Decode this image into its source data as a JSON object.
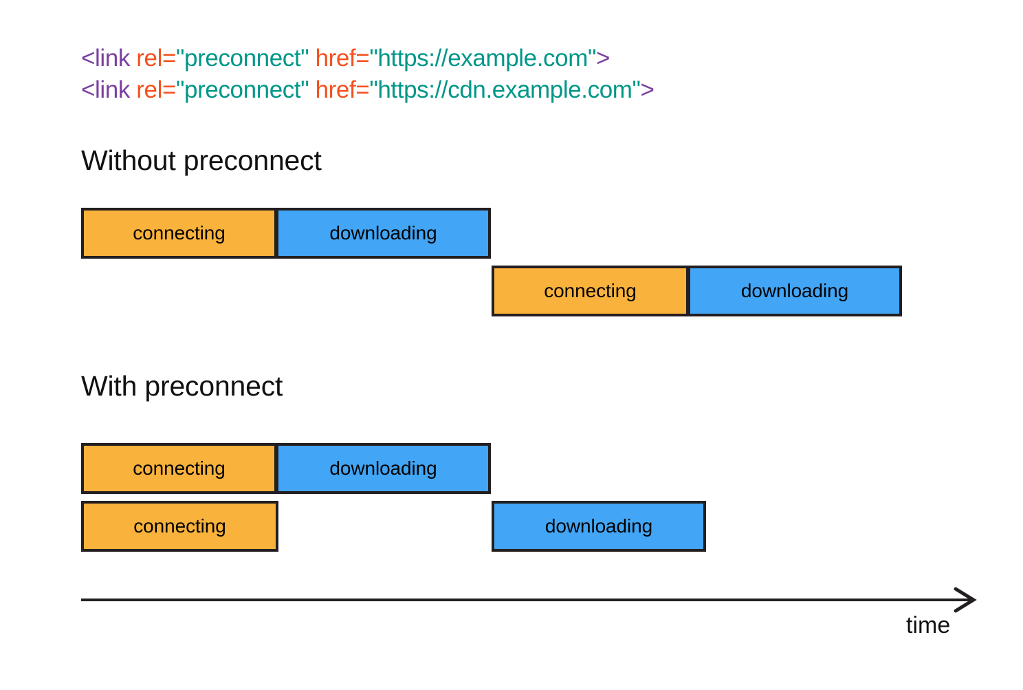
{
  "code": {
    "lines": [
      {
        "tag_open": "<link",
        "attr1": " rel=",
        "val1": "\"preconnect\"",
        "attr2": " href=",
        "val2": "\"https://example.com\"",
        "tag_close": ">"
      },
      {
        "tag_open": "<link",
        "attr1": " rel=",
        "val1": "\"preconnect\"",
        "attr2": " href=",
        "val2": "\"https://cdn.example.com\"",
        "tag_close": ">"
      }
    ]
  },
  "sections": [
    {
      "heading": "Without preconnect",
      "rows": [
        {
          "segments": [
            {
              "label": "connecting",
              "color": "orange"
            },
            {
              "label": "downloading",
              "color": "blue"
            }
          ]
        },
        {
          "segments": [
            {
              "label": "connecting",
              "color": "orange"
            },
            {
              "label": "downloading",
              "color": "blue"
            }
          ]
        }
      ]
    },
    {
      "heading": "With preconnect",
      "rows": [
        {
          "segments": [
            {
              "label": "connecting",
              "color": "orange"
            },
            {
              "label": "downloading",
              "color": "blue"
            }
          ]
        },
        {
          "segments": [
            {
              "label": "connecting",
              "color": "orange"
            },
            {
              "label": "downloading",
              "color": "blue"
            }
          ]
        }
      ]
    }
  ],
  "axis": {
    "label": "time",
    "arrow_icon": "arrow-right-icon"
  },
  "colors": {
    "connecting": "#f9b23c",
    "downloading": "#42a5f5",
    "stroke": "#231f20",
    "code_tag": "#7b3fa0",
    "code_attr": "#f4511e",
    "code_value": "#009688"
  },
  "chart_data": {
    "type": "bar",
    "title": "Preconnect timeline comparison",
    "xlabel": "time",
    "ylabel": "",
    "orientation": "horizontal-gantt",
    "grid": false,
    "legend": [
      "connecting",
      "downloading"
    ],
    "units": "relative time (px of 1488-wide canvas)",
    "groups": [
      {
        "name": "Without preconnect",
        "tracks": [
          {
            "track": 1,
            "bars": [
              {
                "phase": "connecting",
                "start": 118,
                "end": 403
              },
              {
                "phase": "downloading",
                "start": 403,
                "end": 714
              }
            ]
          },
          {
            "track": 2,
            "bars": [
              {
                "phase": "connecting",
                "start": 715,
                "end": 1002
              },
              {
                "phase": "downloading",
                "start": 1002,
                "end": 1312
              }
            ]
          }
        ]
      },
      {
        "name": "With preconnect",
        "tracks": [
          {
            "track": 1,
            "bars": [
              {
                "phase": "connecting",
                "start": 118,
                "end": 403
              },
              {
                "phase": "downloading",
                "start": 403,
                "end": 714
              }
            ]
          },
          {
            "track": 2,
            "bars": [
              {
                "phase": "connecting",
                "start": 118,
                "end": 405
              },
              {
                "phase": "downloading",
                "start": 715,
                "end": 1027
              }
            ]
          }
        ]
      }
    ]
  }
}
